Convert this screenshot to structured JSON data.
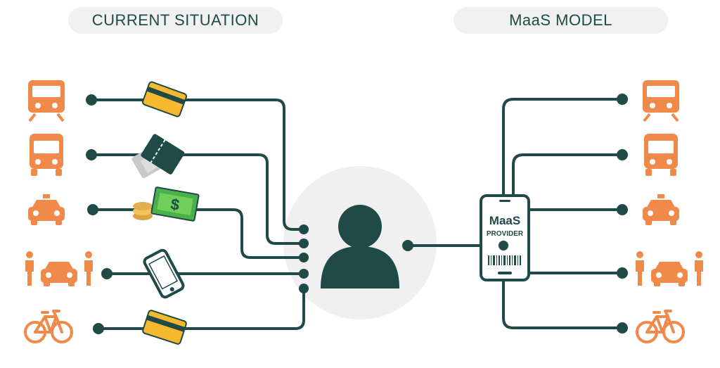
{
  "header": {
    "left_title": "CURRENT SITUATION",
    "right_title": "MaaS MODEL"
  },
  "phone": {
    "line1": "MaaS",
    "line2": "PROVIDER"
  },
  "left_modes": [
    {
      "mode": "train-icon",
      "payment": "card-icon"
    },
    {
      "mode": "bus-icon",
      "payment": "ticket-icon"
    },
    {
      "mode": "taxi-icon",
      "payment": "cash-icon"
    },
    {
      "mode": "car-sharing-icon",
      "payment": "smartphone-icon"
    },
    {
      "mode": "bicycle-icon",
      "payment": "card-icon"
    }
  ],
  "right_modes": [
    "train-icon",
    "bus-icon",
    "taxi-icon",
    "car-sharing-icon",
    "bicycle-icon"
  ],
  "colors": {
    "line": "#1f4a47",
    "icon": "#f08a4b",
    "card": "#f5b82e",
    "cash": "#4bb04b",
    "pill": "#f0f1f0",
    "circle": "#f0f0f0"
  }
}
